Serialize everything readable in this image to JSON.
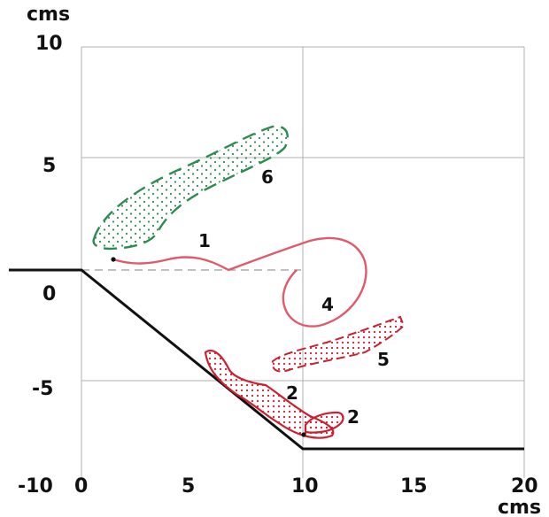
{
  "axes": {
    "y_unit": "cms",
    "x_unit": "cms",
    "x_ticks": [
      "0",
      "5",
      "10",
      "15",
      "20"
    ],
    "y_ticks": [
      "10",
      "5",
      "0",
      "-5",
      "-10"
    ]
  },
  "colors": {
    "track_red": "#e05a6a",
    "dot_red": "#cc1f2f",
    "dash_green": "#2e8b4f",
    "profile": "#111111",
    "grid": "#b0b0b0"
  },
  "labels": {
    "l1": "1",
    "l2a": "2",
    "l2b": "2",
    "l4": "4",
    "l5": "5",
    "l6": "6"
  }
}
